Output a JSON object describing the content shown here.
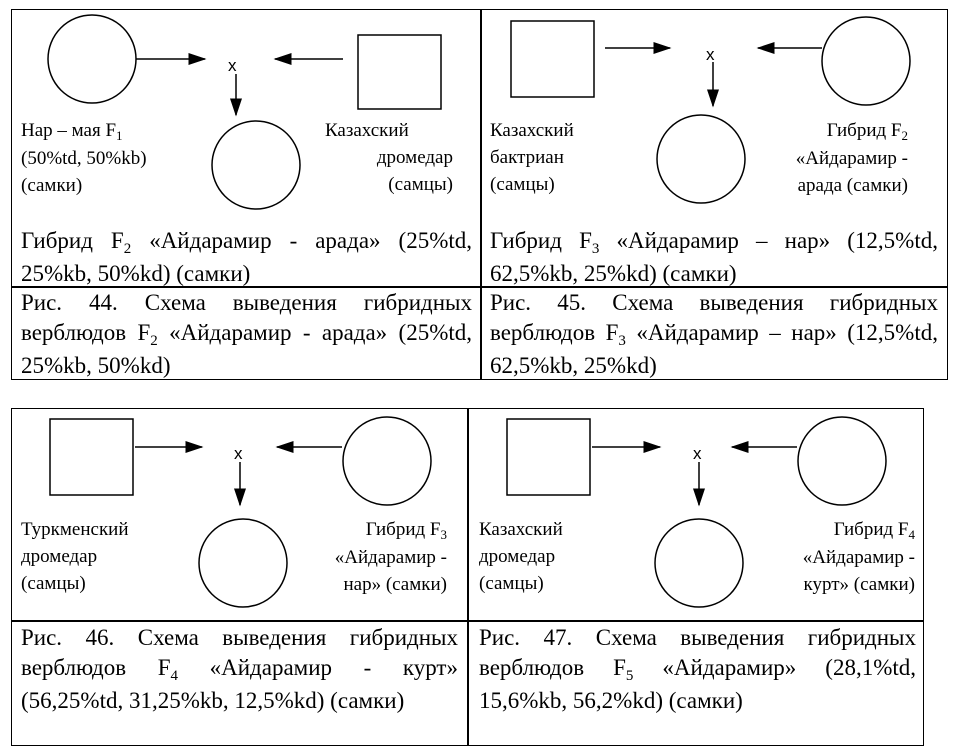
{
  "top_table": {
    "left": {
      "parent_left_label": [
        "Нар – мая F",
        "1",
        "(50%td, 50%kb)",
        "(самки)"
      ],
      "parent_right_label": [
        "Казахский",
        "дромедар",
        "(самцы)"
      ],
      "cross_symbol": "x",
      "result": {
        "prefix": "Гибрид F",
        "sub": "2",
        "rest": " «Айдарамир - арада» (25%td, 25%kb, 50%kd) (самки)"
      },
      "caption": {
        "prefix": "Рис. 44. Схема выведения гибридных верблюдов F",
        "sub": "2",
        "rest": " «Айдарамир - арада» (25%td, 25%kb, 50%kd)"
      }
    },
    "right": {
      "parent_left_label": [
        "Казахский",
        "бактриан",
        "(самцы)"
      ],
      "parent_right_label": [
        "Гибрид F",
        "2",
        "«Айдарамир -",
        "арада (самки)"
      ],
      "cross_symbol": "x",
      "result": {
        "prefix": "Гибрид F",
        "sub": "3",
        "rest": " «Айдарамир – нар» (12,5%td, 62,5%kb, 25%kd) (самки)"
      },
      "caption": {
        "prefix": "Рис. 45. Схема выведения гибридных верблюдов F",
        "sub": "3",
        "rest": " «Айдарамир – нар» (12,5%td, 62,5%kb, 25%kd)"
      }
    }
  },
  "bottom_table": {
    "left": {
      "parent_left_label": [
        "Туркменский",
        "дромедар",
        "(самцы)"
      ],
      "parent_right_label": [
        "Гибрид F",
        "3",
        "«Айдарамир -",
        "нар» (самки)"
      ],
      "cross_symbol": "x",
      "caption": {
        "prefix": "Рис. 46. Схема выведения гибридных верблюдов F",
        "sub": "4",
        "rest": " «Айдарамир - курт» (56,25%td, 31,25%kb, 12,5%kd) (самки)"
      }
    },
    "right": {
      "parent_left_label": [
        "Казахский",
        "дромедар",
        "(самцы)"
      ],
      "parent_right_label": [
        "Гибрид F",
        "4",
        "«Айдарамир -",
        "курт» (самки)"
      ],
      "cross_symbol": "x",
      "caption": {
        "prefix": "Рис. 47. Схема выведения гибридных верблюдов F",
        "sub": "5",
        "rest": " «Айдарамир» (28,1%td, 15,6%kb, 56,2%kd) (самки)"
      }
    }
  }
}
